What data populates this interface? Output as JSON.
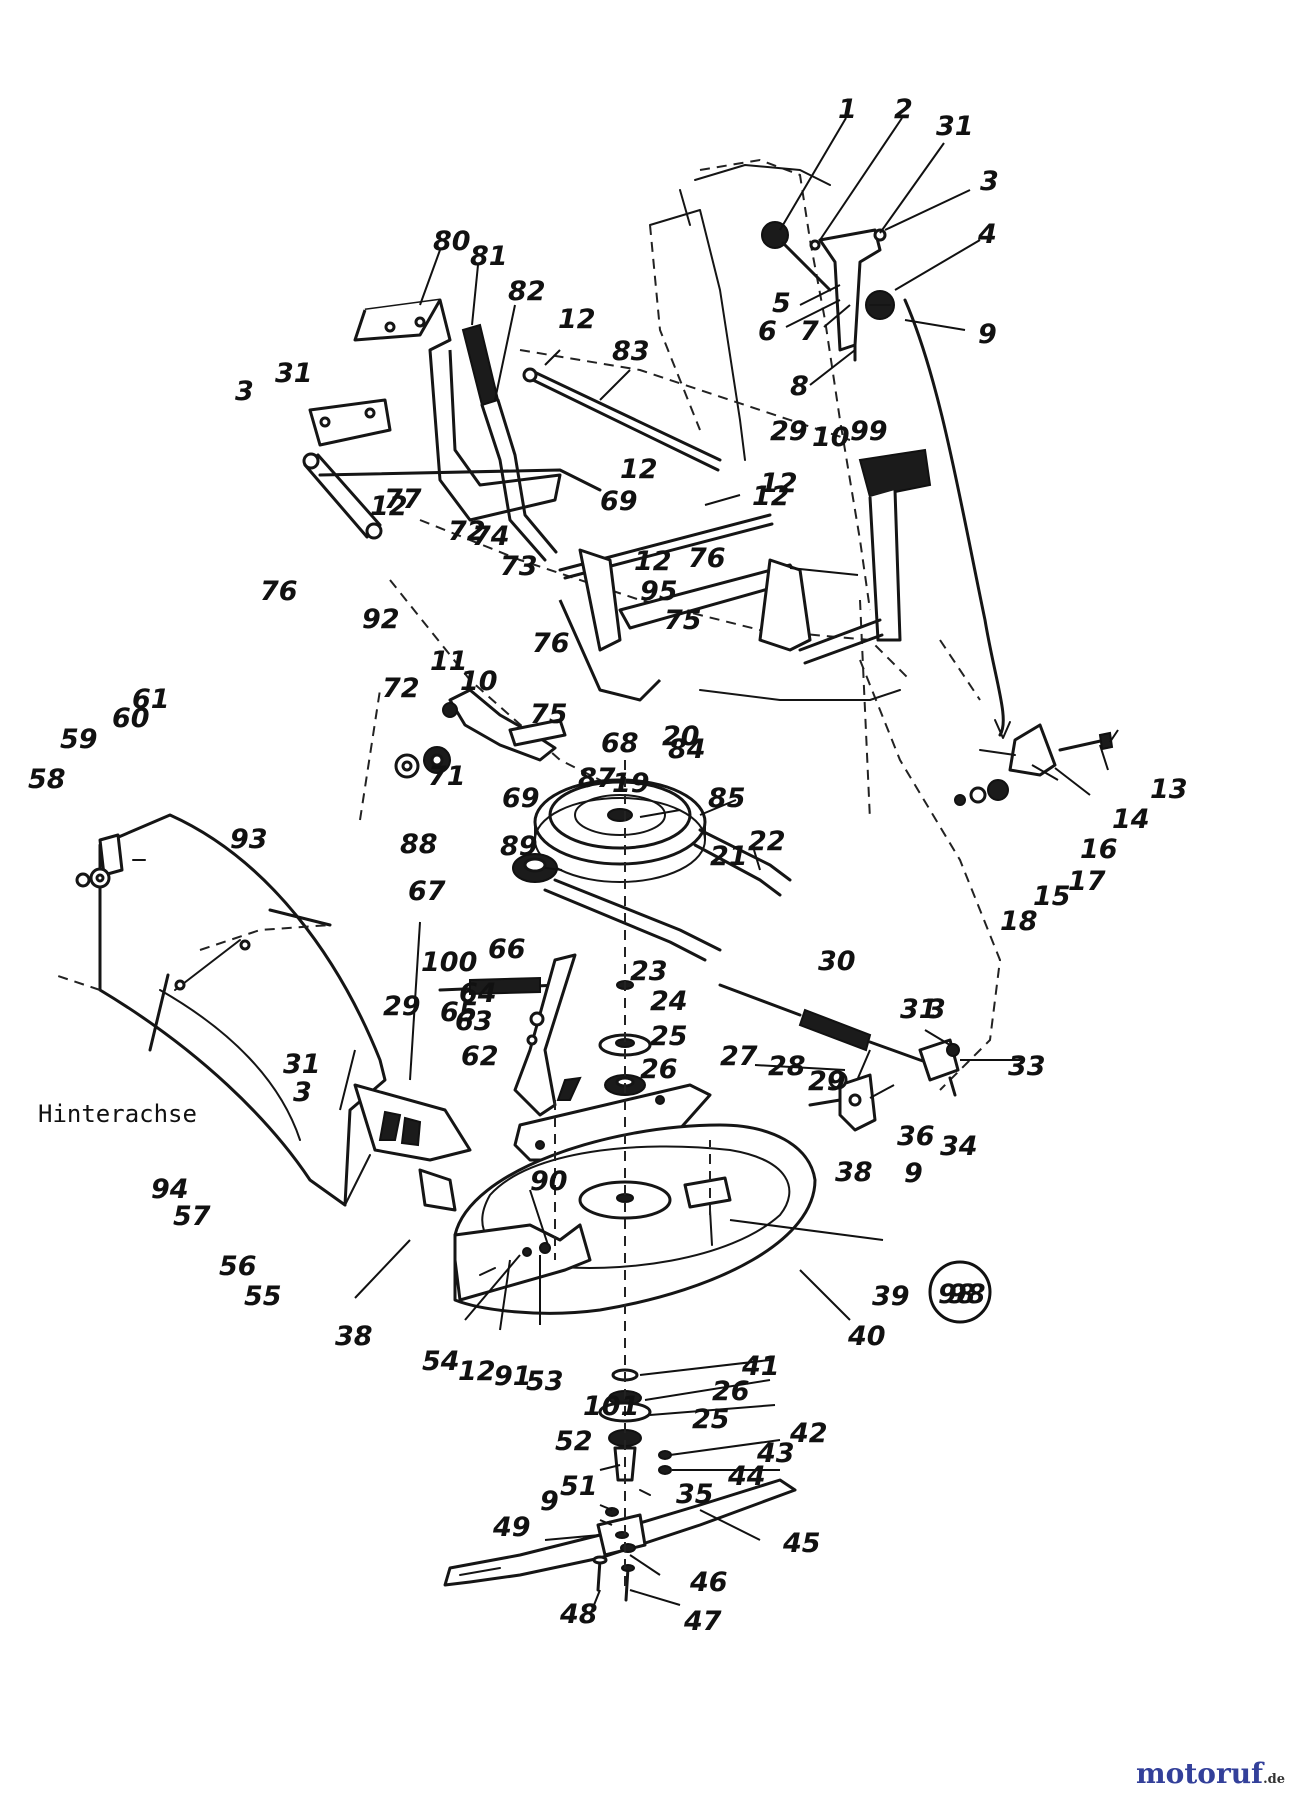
{
  "diagram": {
    "part_numbers": [
      "1",
      "2",
      "31",
      "3",
      "4",
      "5",
      "6",
      "7",
      "9",
      "8",
      "80",
      "81",
      "82",
      "12",
      "83",
      "3",
      "31",
      "29",
      "10",
      "99",
      "12",
      "77",
      "72",
      "69",
      "12",
      "12",
      "74",
      "73",
      "12",
      "76",
      "76",
      "92",
      "12",
      "95",
      "75",
      "11",
      "76",
      "10",
      "72",
      "75",
      "20",
      "84",
      "85",
      "68",
      "19",
      "87",
      "69",
      "71",
      "88",
      "60",
      "61",
      "59",
      "58",
      "93",
      "89",
      "21",
      "22",
      "67",
      "66",
      "100",
      "65",
      "29",
      "64",
      "63",
      "62",
      "30",
      "23",
      "24",
      "25",
      "26",
      "31",
      "3",
      "33",
      "29",
      "28",
      "27",
      "36",
      "34",
      "9",
      "38",
      "31",
      "3",
      "94",
      "57",
      "56",
      "55",
      "90",
      "39",
      "98",
      "38",
      "54",
      "12",
      "91",
      "53",
      "40",
      "41",
      "26",
      "101",
      "25",
      "42",
      "52",
      "43",
      "44",
      "51",
      "35",
      "9",
      "49",
      "45",
      "46",
      "48",
      "47",
      "13",
      "14",
      "16",
      "17",
      "15",
      "18"
    ],
    "axle_label": "Hinterachse",
    "circled_reference": "98"
  },
  "brand": {
    "name": "motoruf",
    "tld": ".de"
  }
}
